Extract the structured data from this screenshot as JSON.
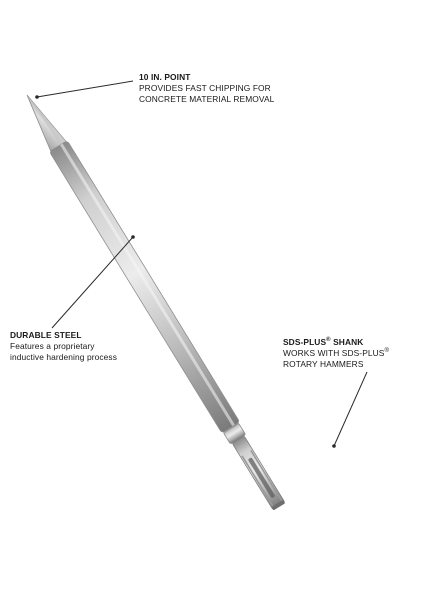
{
  "callouts": {
    "point": {
      "title": "10 IN. POINT",
      "line1": "PROVIDES FAST CHIPPING FOR",
      "line2": "CONCRETE MATERIAL REMOVAL"
    },
    "steel": {
      "title": "DURABLE STEEL",
      "line1": "Features a proprietary",
      "line2": "inductive hardening process"
    },
    "shank": {
      "title_a": "SDS-PLUS",
      "title_b": " SHANK",
      "line1_a": "WORKS WITH SDS-PLUS",
      "line2": "ROTARY HAMMERS",
      "reg": "®"
    }
  },
  "colors": {
    "steel_light": "#e6e6e6",
    "steel_mid": "#b9b9b9",
    "steel_dark": "#7d7d7d",
    "leader": "#2a2a2a"
  }
}
